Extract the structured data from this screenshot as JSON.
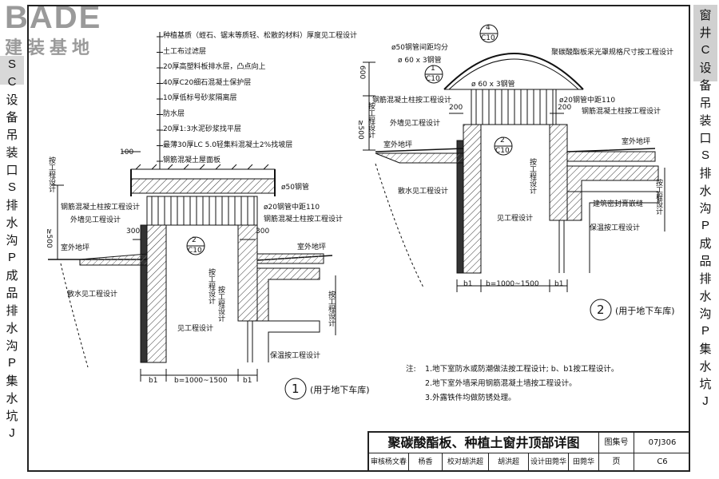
{
  "watermark": {
    "brand": "BADE",
    "sub": "建装基地"
  },
  "left_strip": [
    "S",
    "C",
    "设",
    "备",
    "吊",
    "装",
    "口",
    "S",
    "排",
    "水",
    "沟",
    "P",
    "成",
    "品",
    "排",
    "水",
    "沟",
    "P",
    "集",
    "水",
    "坑",
    "J"
  ],
  "right_strip": [
    "窗",
    "井",
    "C",
    "设",
    "备",
    "吊",
    "装",
    "口",
    "S",
    "排",
    "水",
    "沟",
    "P",
    "成",
    "品",
    "排",
    "水",
    "沟",
    "P",
    "集",
    "水",
    "坑",
    "J"
  ],
  "diagram1": {
    "layers": [
      "种植基质（蛭石、锯末等质轻、松散的材料）厚度见工程设计",
      "土工布过滤层",
      "20厚高塑料板排水层，凸点向上",
      "40厚C20细石混凝土保护层",
      "10厚低标号砂浆隔离层",
      "防水层",
      "20厚1:3水泥砂浆找平层",
      "最薄30厚LC 5.0轻集料混凝土2%找坡层",
      "钢筋混凝土屋面板"
    ],
    "dim_100": "100",
    "pipe_label": "ø50钢管",
    "pipe_spacing": "ø20钢管中距110",
    "col_left": "钢筋混凝土柱按工程设计",
    "col_right": "钢筋混凝土柱按工程设计",
    "ext_wall": "外墙见工程设计",
    "dim_300_l": "300",
    "dim_300_r": "300",
    "dim_500": "≥500",
    "per_design_v": "按工程设计",
    "outdoor_l": "室外地坪",
    "outdoor_r": "室外地坪",
    "apron": "散水见工程设计",
    "see_design": "见工程设计",
    "per_design_v2": "按工程设计",
    "per_design_v3": "按工程设计",
    "per_design_v4": "按工程设计",
    "insulation": "保温按工程设计",
    "ref_num": "2",
    "ref_sheet": "C10",
    "dim_b1_l": "b1",
    "dim_b": "b=1000~1500",
    "dim_b1_r": "b1",
    "circle": "1",
    "caption": "(用于地下车库)"
  },
  "diagram2": {
    "pipe_spacing_top": "ø50钢管间距均分",
    "tube_60": "ø 60 x 3钢管",
    "ref_top_num": "4",
    "ref_top_sheet": "C10",
    "pc_label": "聚碳酸酯板采光罩规格尺寸按工程设计",
    "ref_l_num": "1",
    "ref_l_sheet": "C10",
    "tube_60_b": "ø 60 x 3钢管",
    "dim_600": "600",
    "col_l": "钢筋混凝土柱按工程设计",
    "dim_200_a": "200",
    "dim_200_b": "200",
    "pipe_20": "ø20钢管中距110",
    "col_r": "钢筋混凝土柱按工程设计",
    "ext_wall": "外墙见工程设计",
    "dim_500": "≥500",
    "per_design_v": "按工程设计",
    "outdoor_l": "室外地坪",
    "outdoor_r": "室外地坪",
    "ref_num": "2",
    "ref_sheet": "C10",
    "apron": "散水见工程设计",
    "per_design_v2": "按工程设计",
    "sealant": "建筑密封膏嵌缝",
    "per_design_v3": "按工程设计",
    "see_design": "见工程设计",
    "insulation": "保温按工程设计",
    "dim_b1_l": "b1",
    "dim_b": "b=1000~1500",
    "dim_b1_r": "b1",
    "circle": "2",
    "caption": "(用于地下车库)"
  },
  "notes": {
    "head": "注:",
    "n1": "1.地下室防水或防潮做法按工程设计; b、b1按工程设计。",
    "n2": "2.地下室外墙采用钢筋混凝土墙按工程设计。",
    "n3": "3.外露铁件均做防锈处理。"
  },
  "title_block": {
    "title": "聚碳酸酯板、种植土窗井顶部详图",
    "atlas_label": "图集号",
    "atlas_no": "07J306",
    "row2": [
      "审核杨文春",
      "杨香",
      "校对胡洪超",
      "胡洪超",
      "设计田菀华",
      "田菀华"
    ],
    "page_label": "页",
    "page_no": "C6"
  }
}
